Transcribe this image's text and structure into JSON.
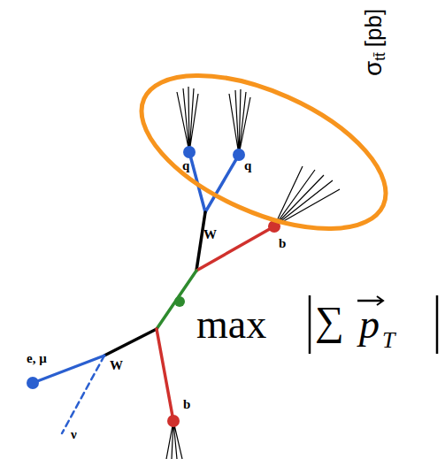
{
  "diagram": {
    "labels": [
      "q",
      "q",
      "W",
      "b",
      "e, μ",
      "W",
      "ν",
      "b",
      "σ",
      "tt̄",
      "[pb]",
      "max",
      "∑",
      "p",
      "T"
    ]
  }
}
